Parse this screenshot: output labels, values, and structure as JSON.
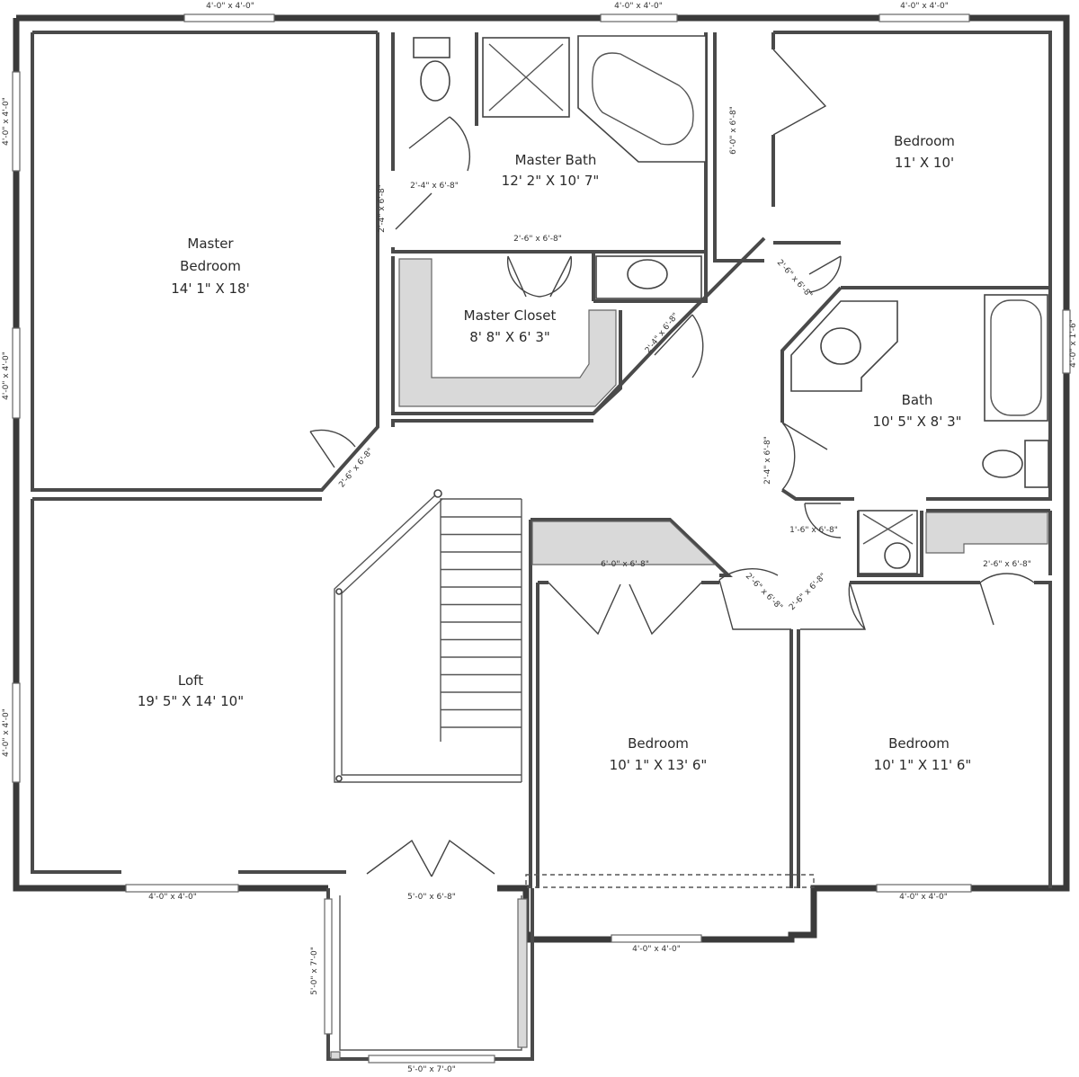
{
  "rooms": [
    {
      "id": "master-bedroom",
      "name_lines": [
        "Master",
        "Bedroom"
      ],
      "size": "14' 1\" X 18'"
    },
    {
      "id": "master-bath",
      "name_lines": [
        "Master Bath"
      ],
      "size": "12' 2\" X 10' 7\""
    },
    {
      "id": "master-closet",
      "name_lines": [
        "Master Closet"
      ],
      "size": "8' 8\" X 6' 3\""
    },
    {
      "id": "bedroom-ne",
      "name_lines": [
        "Bedroom"
      ],
      "size": "11' X 10'"
    },
    {
      "id": "bath",
      "name_lines": [
        "Bath"
      ],
      "size": "10' 5\" X 8' 3\""
    },
    {
      "id": "loft",
      "name_lines": [
        "Loft"
      ],
      "size": "19' 5\" X 14' 10\""
    },
    {
      "id": "bedroom-center",
      "name_lines": [
        "Bedroom"
      ],
      "size": "10' 1\" X 13' 6\""
    },
    {
      "id": "bedroom-se",
      "name_lines": [
        "Bedroom"
      ],
      "size": "10' 1\" X 11' 6\""
    }
  ],
  "dimensions": {
    "win_top_left": "4'-0\" x 4'-0\"",
    "win_top_center": "4'-0\" x 4'-0\"",
    "win_top_right": "4'-0\" x 4'-0\"",
    "win_left_upper": "4'-0\" x 4'-0\"",
    "win_left_middle": "4'-0\" x 4'-0\"",
    "win_left_lower": "4'-0\" x 4'-0\"",
    "win_right_bath": "4'-0\" x 1'-6\"",
    "win_bottom_left": "4'-0\" x 4'-0\"",
    "win_bottom_center": "4'-0\" x 4'-0\"",
    "win_bottom_right": "4'-0\" x 4'-0\"",
    "win_bay_left": "5'-0\" x 7'-0\"",
    "win_bay_bottom": "5'-0\" x 7'-0\"",
    "door_wc": "2'-4\" x 6'-8\"",
    "door_bath_entry": "2'-4\" x 6'-8\"",
    "door_closet": "2'-6\" x 6'-8\"",
    "door_master_bed": "2'-6\" x 6'-8\"",
    "door_ne_closet": "6'-0\" x 6'-8\"",
    "door_ne_bed": "2'-6\" x 6'-8\"",
    "door_hall_closet": "2'-4\" x 6'-8\"",
    "door_bath": "2'-4\" x 6'-8\"",
    "door_linen": "1'-6\" x 6'-8\"",
    "door_center_closet": "6'-0\" x 6'-8\"",
    "door_center_bed": "2'-6\" x 6'-8\"",
    "door_se_bed": "2'-6\" x 6'-8\"",
    "door_se_closet": "2'-6\" x 6'-8\"",
    "door_bay": "5'-0\" x 6'-8\""
  }
}
